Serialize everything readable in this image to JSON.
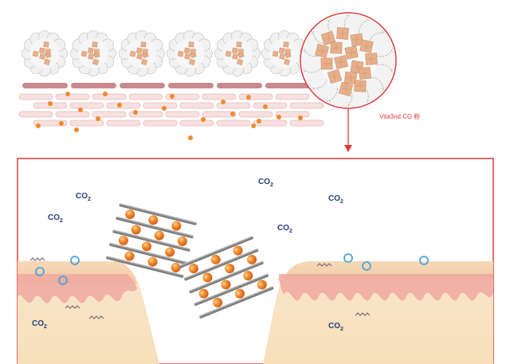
{
  "brand_label": "Vita3nd CG",
  "brand_char": "粉",
  "co2_labels": [
    {
      "main": "CO",
      "sub": "2"
    },
    {
      "main": "CO",
      "sub": "2"
    },
    {
      "main": "CO",
      "sub": "2"
    },
    {
      "main": "CO",
      "sub": "2"
    },
    {
      "main": "CO",
      "sub": "2"
    },
    {
      "main": "CO",
      "sub": "2"
    },
    {
      "main": "CO",
      "sub": "2"
    }
  ],
  "colors": {
    "frame": "#e23a3a",
    "skin_outer": "#f7dcc0",
    "skin_band": "#f0b8a0",
    "skin_deep": "#f8e6c8",
    "papilla": "#e89a92",
    "particle": "#f08a2a",
    "rod": "#9a9a9a",
    "bubble": "#4aa3d8",
    "text": "#22407a",
    "cluster": "#e8b08a"
  },
  "icons": [
    "collagen-cluster-icon",
    "co2-bubble-icon",
    "wave-squiggle-icon",
    "particle-sheet-icon"
  ]
}
